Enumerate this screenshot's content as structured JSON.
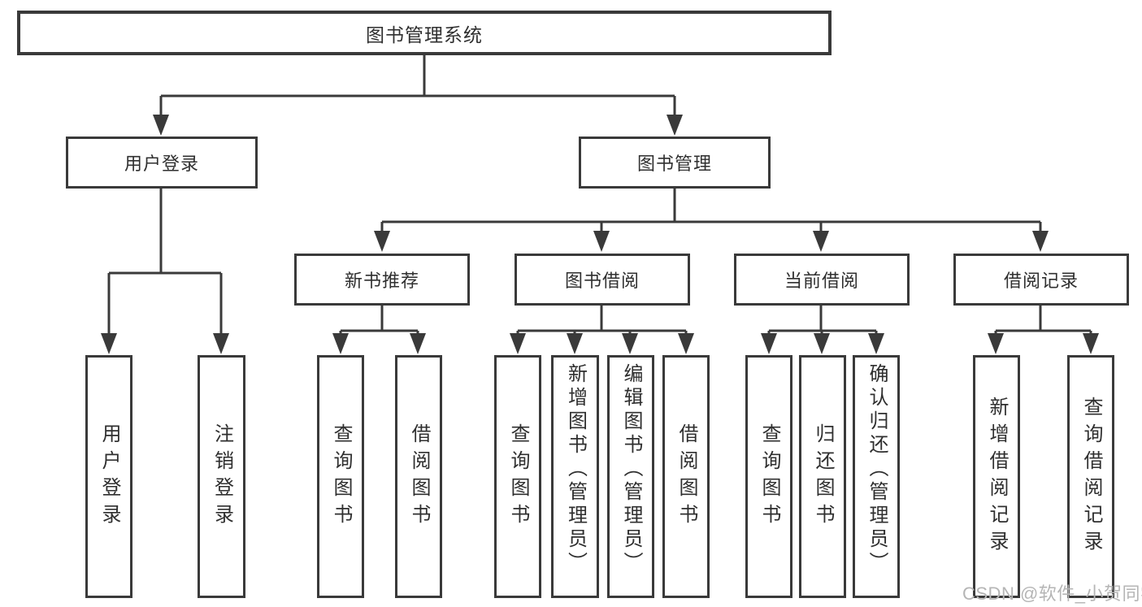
{
  "diagram": {
    "type": "tree-flowchart",
    "root": {
      "label": "图书管理系统",
      "children": [
        {
          "label": "用户登录",
          "children": [
            {
              "label": "用户登录"
            },
            {
              "label": "注销登录"
            }
          ]
        },
        {
          "label": "图书管理",
          "children": [
            {
              "label": "新书推荐",
              "children": [
                {
                  "label": "查询图书"
                },
                {
                  "label": "借阅图书"
                }
              ]
            },
            {
              "label": "图书借阅",
              "children": [
                {
                  "label": "查询图书"
                },
                {
                  "label": "新增图书（管理员）"
                },
                {
                  "label": "编辑图书（管理员）"
                },
                {
                  "label": "借阅图书"
                }
              ]
            },
            {
              "label": "当前借阅",
              "children": [
                {
                  "label": "查询图书"
                },
                {
                  "label": "归还图书"
                },
                {
                  "label": "确认归还（管理员）"
                }
              ]
            },
            {
              "label": "借阅记录",
              "children": [
                {
                  "label": "新增借阅记录"
                },
                {
                  "label": "查询借阅记录"
                }
              ]
            }
          ]
        }
      ]
    },
    "watermark": "CSDN @软件_小贺同学"
  },
  "colors": {
    "line": "#3a3a3a",
    "text": "#2f2f2f",
    "box-bg": "#ffffff",
    "watermark": "#b5b5b5",
    "background": "#ffffff"
  }
}
